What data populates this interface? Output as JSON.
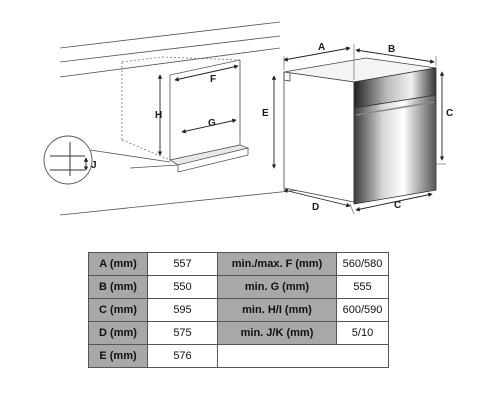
{
  "diagram": {
    "letters": {
      "A": "A",
      "B": "B",
      "C": "C",
      "D": "D",
      "E": "E",
      "F": "F",
      "G": "G",
      "H": "H",
      "J": "J"
    }
  },
  "table": {
    "rows": [
      {
        "label1": "A (mm)",
        "value1": "557",
        "label2": "min./max. F (mm)",
        "value2": "560/580"
      },
      {
        "label1": "B (mm)",
        "value1": "550",
        "label2": "min. G (mm)",
        "value2": "555"
      },
      {
        "label1": "C (mm)",
        "value1": "595",
        "label2": "min. H/I (mm)",
        "value2": "600/590"
      },
      {
        "label1": "D (mm)",
        "value1": "575",
        "label2": "min. J/K (mm)",
        "value2": "5/10"
      },
      {
        "label1": "E (mm)",
        "value1": "576",
        "label2": "",
        "value2": ""
      }
    ]
  }
}
